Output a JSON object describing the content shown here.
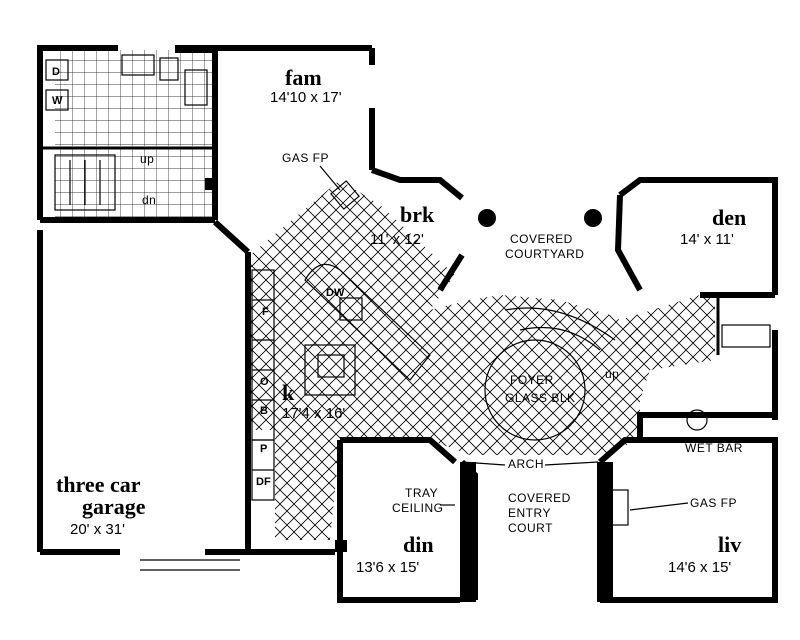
{
  "rooms": {
    "fam": {
      "name": "fam",
      "dims": "14'10 x 17'"
    },
    "brk": {
      "name": "brk",
      "dims": "11' x 12'"
    },
    "den": {
      "name": "den",
      "dims": "14' x 11'"
    },
    "kitchen": {
      "name": "k",
      "dims": "17'4 x 16'"
    },
    "garage": {
      "name_line1": "three car",
      "name_line2": "garage",
      "dims": "20' x 31'"
    },
    "din": {
      "name": "din",
      "dims": "13'6 x 15'"
    },
    "liv": {
      "name": "liv",
      "dims": "14'6 x 15'"
    }
  },
  "labels": {
    "gas_fp_fam": "GAS FP",
    "gas_fp_liv": "GAS FP",
    "courtyard_1": "COVERED",
    "courtyard_2": "COURTYARD",
    "foyer": "FOYER",
    "glass_blk": "GLASS BLK",
    "arch": "ARCH",
    "wet_bar": "WET BAR",
    "tray_1": "TRAY",
    "tray_2": "CEILING",
    "entry_1": "COVERED",
    "entry_2": "ENTRY",
    "entry_3": "COURT",
    "up_stair": "up",
    "dn_stair": "dn",
    "up_foyer": "up",
    "dw": "DW",
    "d": "D",
    "w": "W",
    "f": "F",
    "o": "O",
    "b": "B",
    "p": "P",
    "df": "DF"
  }
}
